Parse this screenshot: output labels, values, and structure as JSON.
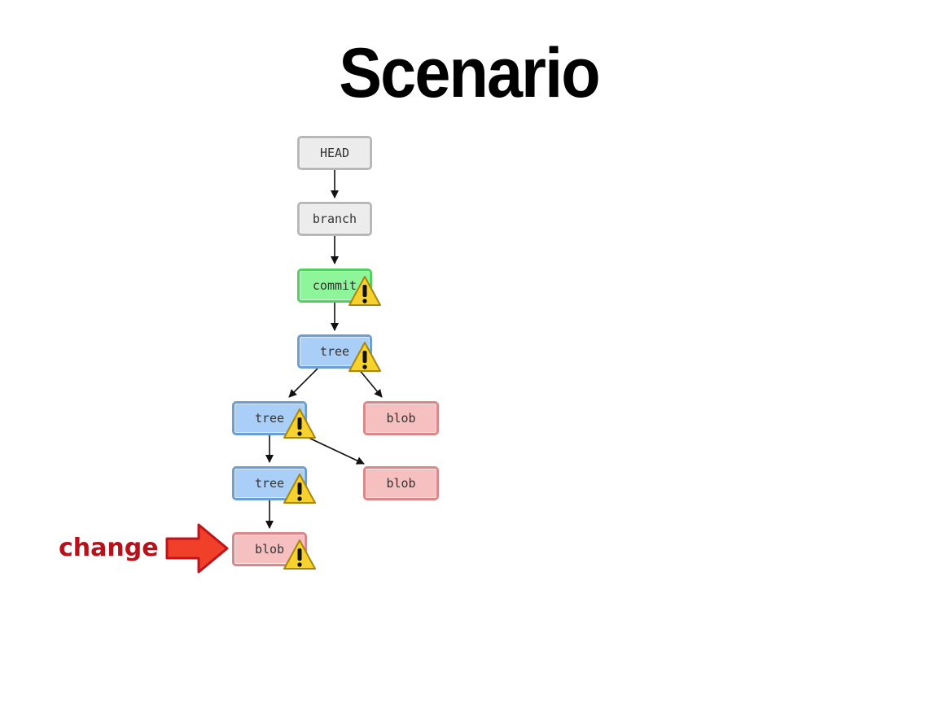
{
  "title": "Scenario",
  "nodes": {
    "head": "HEAD",
    "branch": "branch",
    "commit": "commit",
    "tree_root": "tree",
    "tree_mid": "tree",
    "tree_low": "tree",
    "blob_right_top": "blob",
    "blob_right_bottom": "blob",
    "blob_changed": "blob"
  },
  "change_label": "change",
  "colors": {
    "ref_fill": "#ececec",
    "commit_fill": "#8df59a",
    "tree_fill": "#a9cef7",
    "blob_fill": "#f7c0c0",
    "change_text": "#b5121b",
    "change_arrow": "#f0402a",
    "warning": "#f7d22e"
  },
  "icons": [
    "warning-icon",
    "change-arrow-icon",
    "arrow-icon"
  ]
}
